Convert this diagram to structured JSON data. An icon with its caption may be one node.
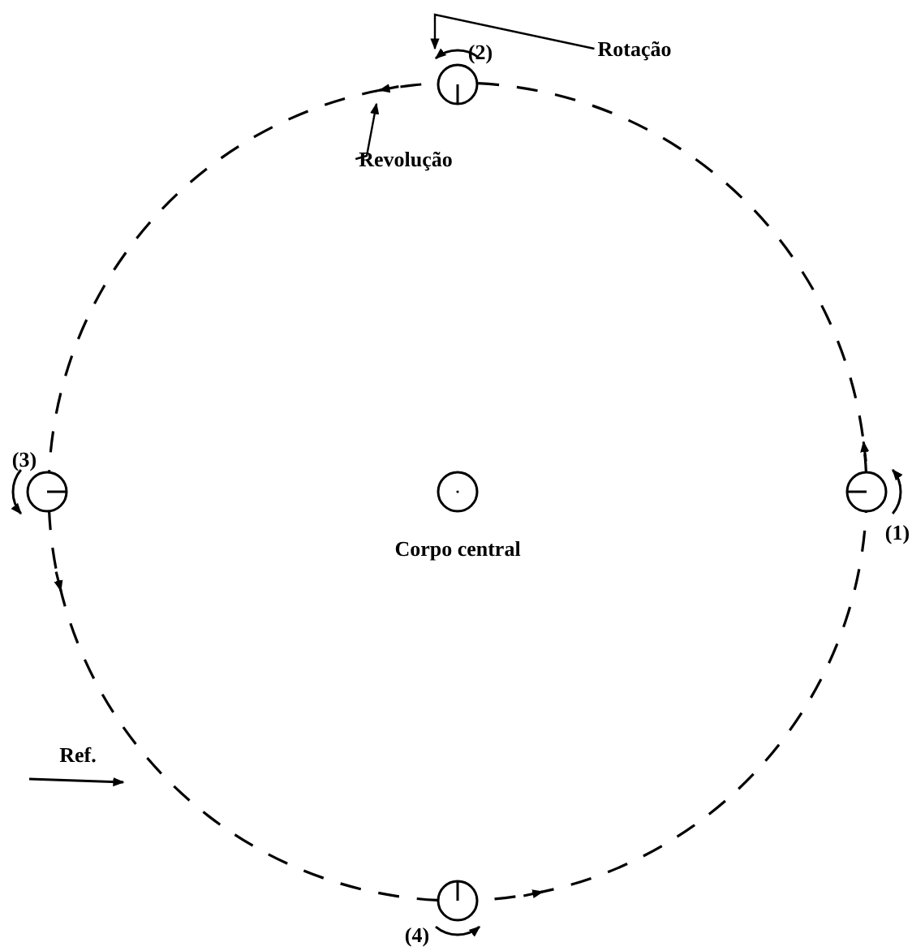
{
  "diagram": {
    "nodes": [
      {
        "text": [
          "Corpo central"
        ]
      },
      {
        "text": [
          "(1)"
        ]
      },
      {
        "text": [
          "(2)"
        ]
      },
      {
        "text": [
          "(3)"
        ]
      },
      {
        "text": [
          "(4)"
        ]
      },
      {
        "text": [
          "Rotação"
        ]
      },
      {
        "text": [
          "Revolução"
        ]
      }
    ],
    "edges": [
      {
        "from": 5,
        "to": 2,
        "arrow": "to"
      },
      {
        "from": 6,
        "to": null,
        "arrow": "to"
      }
    ],
    "labels": [
      "Ref."
    ]
  }
}
